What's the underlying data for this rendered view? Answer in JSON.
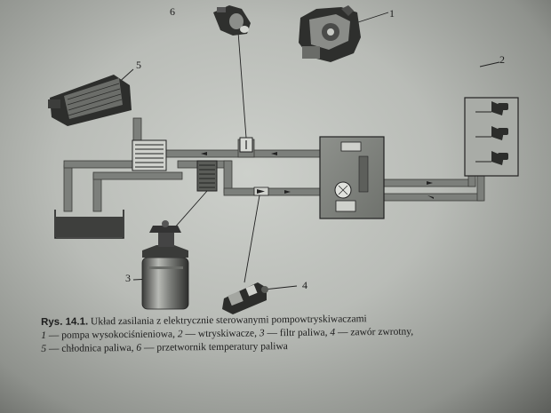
{
  "callouts": {
    "c1": "1",
    "c2": "2",
    "c3": "3",
    "c4": "4",
    "c5": "5",
    "c6": "6"
  },
  "caption": {
    "fig_label": "Rys. 14.1.",
    "title": "Układ zasilania z elektrycznie sterowanymi pompowtryskiwaczami",
    "line2": {
      "n1": "1",
      "t1": " — pompa wysokociśnieniowa, ",
      "n2": "2",
      "t2": " — wtryskiwacze, ",
      "n3": "3",
      "t3": " — filtr paliwa, ",
      "n4": "4",
      "t4": " — zawór zwrotny,"
    },
    "line3": {
      "n5": "5",
      "t5": " — chłodnica paliwa, ",
      "n6": "6",
      "t6": " — przetwornik temperatury paliwa"
    }
  },
  "colors": {
    "pipe": "#7c7f7b",
    "pipe_edge": "#3a3b39",
    "ink": "#1e1e1e",
    "component_dark": "#2e2f2d"
  }
}
